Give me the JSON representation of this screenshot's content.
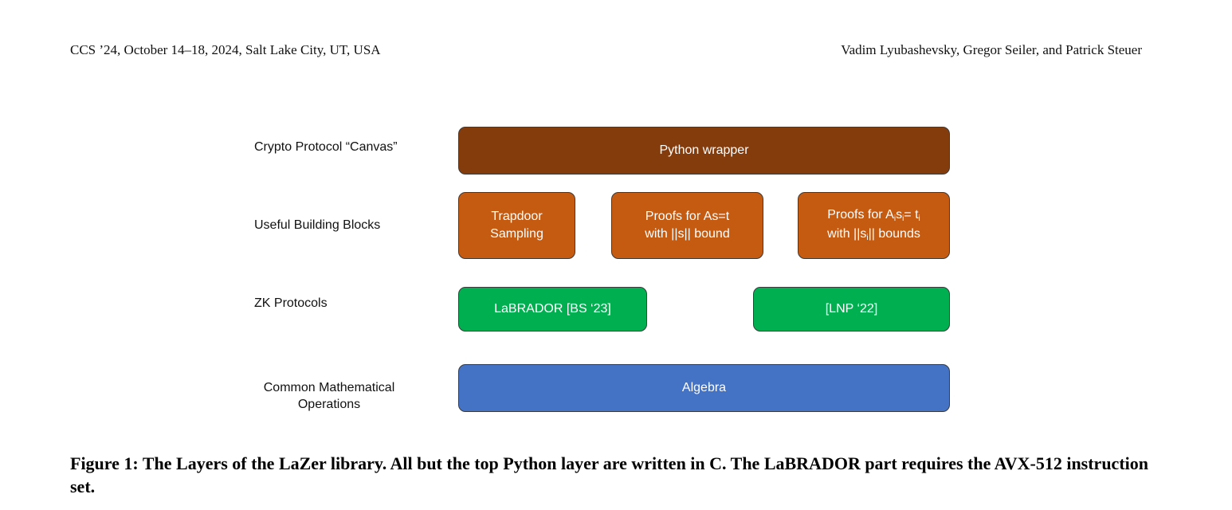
{
  "header": {
    "left": "CCS ’24, October 14–18, 2024, Salt Lake City, UT, USA",
    "right": "Vadim Lyubashevsky, Gregor Seiler, and Patrick Steuer"
  },
  "figure": {
    "layers": {
      "canvas": "Crypto Protocol “Canvas”",
      "building_blocks": "Useful Building Blocks",
      "zk_protocols": "ZK Protocols",
      "math_ops_line1": "Common Mathematical",
      "math_ops_line2": "Operations"
    },
    "boxes": {
      "python_wrapper": "Python wrapper",
      "trapdoor_line1": "Trapdoor",
      "trapdoor_line2": "Sampling",
      "proofs_as_line1": "Proofs for As=t",
      "proofs_as_line2": "with ||s|| bound",
      "proofs_ai_line1_pre": "Proofs for A",
      "proofs_ai_sub1": "i",
      "proofs_ai_mid": "s",
      "proofs_ai_sub2": "i",
      "proofs_ai_post": "= t",
      "proofs_ai_sub3": "i",
      "proofs_ai_line2_pre": "with ||s",
      "proofs_ai_sub4": "i",
      "proofs_ai_line2_post": "|| bounds",
      "labrador": "LaBRADOR [BS ‘23]",
      "lnp": "[LNP ‘22]",
      "algebra": "Algebra"
    },
    "colors": {
      "brown": "#843c0c",
      "orange": "#c55a11",
      "green": "#00b050",
      "blue": "#4472c4"
    },
    "caption": "Figure 1: The Layers of the LaZer library. All but the top Python layer are written in C. The LaBRADOR part requires the AVX-512 instruction set."
  }
}
